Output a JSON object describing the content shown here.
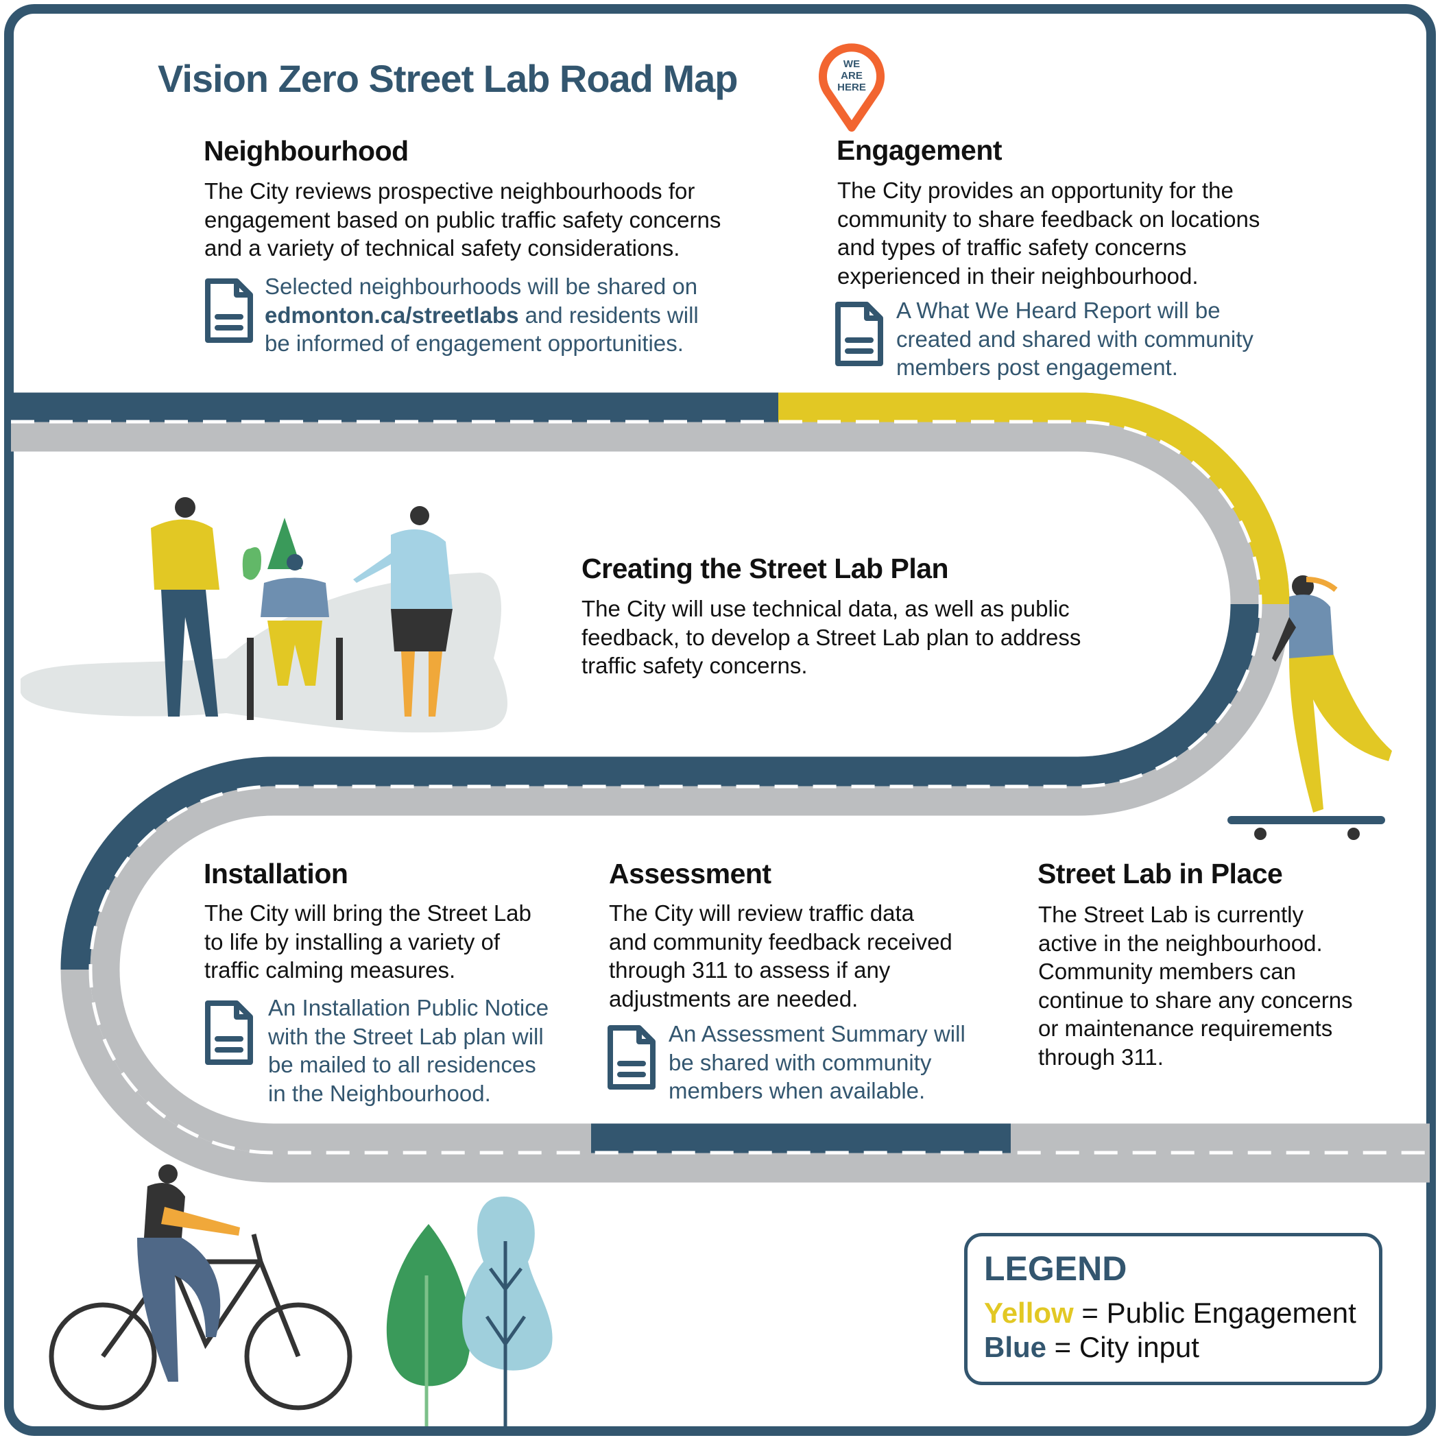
{
  "title": "Vision Zero Street Lab Road Map",
  "pin": {
    "lines": [
      "WE",
      "ARE",
      "HERE"
    ],
    "color": "#f26530"
  },
  "colors": {
    "blue": "#33566f",
    "yellow": "#e2c824",
    "grey": "#bcbec0"
  },
  "stages": {
    "neighbourhood": {
      "heading": "Neighbourhood",
      "body": [
        "The City reviews prospective neighbourhoods for",
        "engagement based on public traffic safety concerns",
        "and a variety of technical safety considerations."
      ],
      "note": {
        "icon": "document-icon",
        "line1": "Selected neighbourhoods will be shared on",
        "link": "edmonton.ca/streetlabs",
        "line2_rest": " and residents will",
        "line3": "be informed of engagement opportunities."
      }
    },
    "engagement": {
      "heading": "Engagement",
      "body": [
        "The City provides an opportunity for the",
        "community to share feedback on locations",
        "and types of traffic safety concerns",
        "experienced in their neighbourhood."
      ],
      "note": {
        "icon": "document-icon",
        "lines": [
          " A What We Heard Report will be",
          "created and shared with community",
          "members post engagement."
        ]
      }
    },
    "plan": {
      "heading": "Creating the Street Lab Plan",
      "body": [
        "The City will use technical data, as well as public",
        "feedback, to develop a Street Lab plan to address",
        "traffic safety concerns."
      ]
    },
    "installation": {
      "heading": "Installation",
      "body": [
        "The City will bring the Street Lab",
        "to life by installing a variety of",
        "traffic calming measures."
      ],
      "note": {
        "icon": "document-icon",
        "lines": [
          "An Installation Public Notice",
          "with the  Street Lab plan will",
          "be mailed to all residences",
          "in the Neighbourhood."
        ]
      }
    },
    "assessment": {
      "heading": "Assessment",
      "body": [
        "The City will review traffic data",
        "and community feedback received",
        "through 311 to assess if any",
        "adjustments are needed."
      ],
      "note": {
        "icon": "document-icon",
        "lines": [
          "An Assessment Summary will",
          "be shared with community",
          "members when available."
        ]
      }
    },
    "in_place": {
      "heading": "Street Lab in Place",
      "body": [
        "The Street Lab is currently",
        "active in the neighbourhood.",
        "Community members can",
        "continue to share any concerns",
        "or maintenance requirements",
        "through 311."
      ]
    }
  },
  "legend": {
    "title": "LEGEND",
    "yellow_word": "Yellow",
    "yellow_desc": " = Public Engagement",
    "blue_word": "Blue",
    "blue_desc": " = City input"
  }
}
